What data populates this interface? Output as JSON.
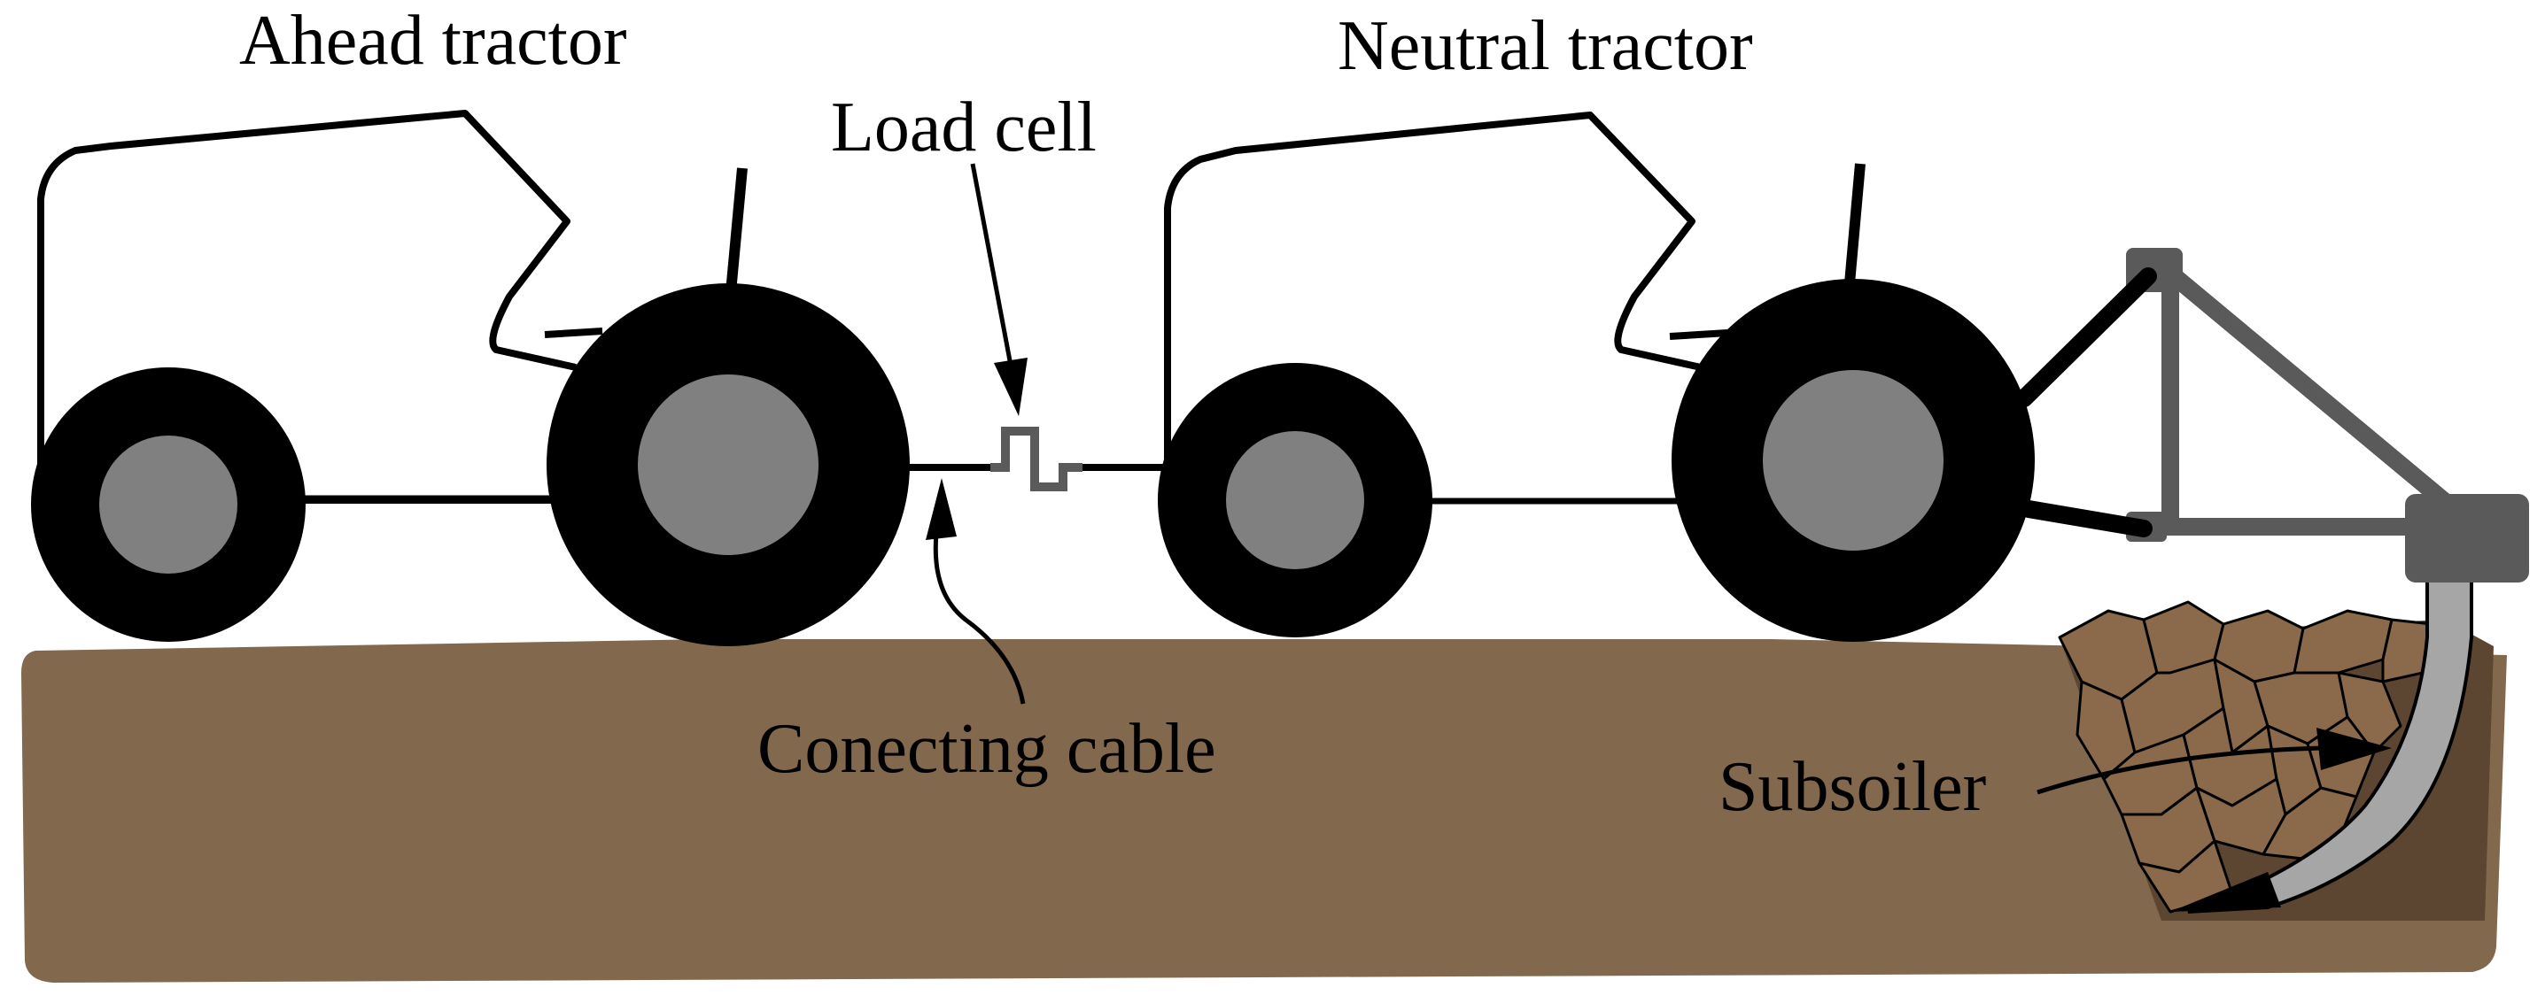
{
  "labels": {
    "ahead_tractor": "Ahead tractor",
    "neutral_tractor": "Neutral tractor",
    "load_cell": "Load cell",
    "connecting_cable": "Conecting cable",
    "subsoiler": "Subsoiler"
  },
  "colors": {
    "soil": "#82684c",
    "soil_furrow": "#5c4631",
    "soil_clod": "#8a6a4a",
    "tyre": "#000000",
    "hub": "#808080",
    "frame_steel": "#5a5a5a",
    "shank": "#a6a6a6",
    "outline": "#000000",
    "background": "#ffffff"
  }
}
